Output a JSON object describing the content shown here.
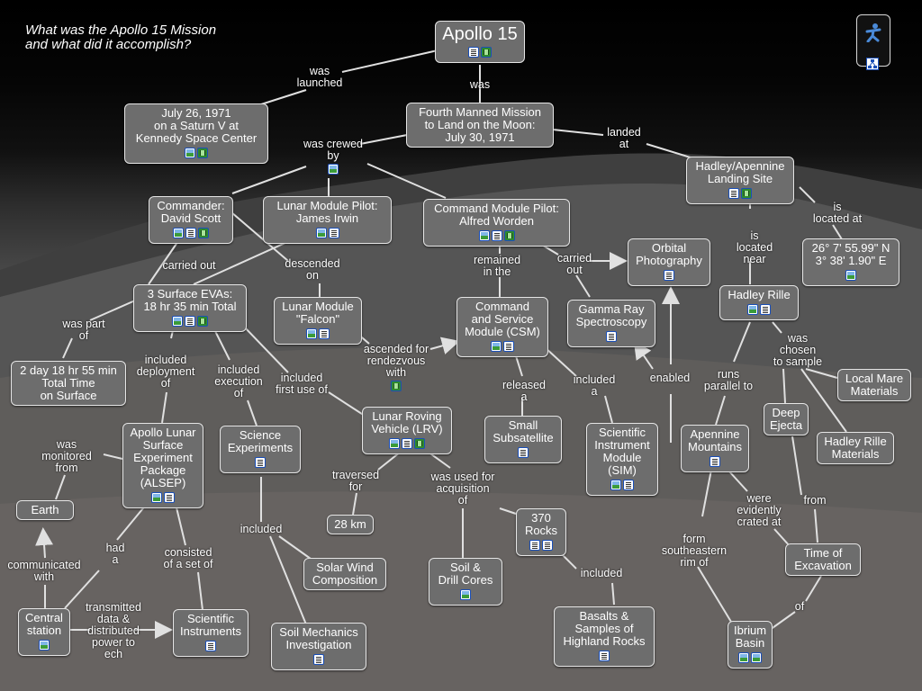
{
  "question": "What was the Apollo 15 Mission\nand what did it accomplish?",
  "nodes": {
    "apollo15": {
      "label": "Apollo 15",
      "icons": [
        "doc",
        "film"
      ]
    },
    "july26": {
      "label": "July 26, 1971\non a Saturn V at\nKennedy Space Center",
      "icons": [
        "img",
        "film"
      ]
    },
    "fourth": {
      "label": "Fourth Manned Mission\nto Land on the Moon:\nJuly 30, 1971",
      "icons": []
    },
    "hadley_site": {
      "label": "Hadley/Apennine\nLanding Site",
      "icons": [
        "doc",
        "film"
      ]
    },
    "coords": {
      "label": "26° 7' 55.99\" N\n3° 38' 1.90\" E",
      "icons": [
        "img"
      ]
    },
    "commander": {
      "label": "Commander:\nDavid Scott",
      "icons": [
        "img",
        "doc",
        "film"
      ]
    },
    "lmpilot": {
      "label": "Lunar Module Pilot:\nJames Irwin",
      "icons": [
        "img",
        "doc"
      ]
    },
    "cmpilot": {
      "label": "Command Module Pilot:\nAlfred Worden",
      "icons": [
        "img",
        "doc",
        "film"
      ]
    },
    "orbital": {
      "label": "Orbital\nPhotography",
      "icons": [
        "doc"
      ]
    },
    "evas": {
      "label": "3 Surface EVAs:\n18 hr 35 min Total",
      "icons": [
        "img",
        "doc",
        "film"
      ]
    },
    "lmfalcon": {
      "label": "Lunar Module\n\"Falcon\"",
      "icons": [
        "img",
        "doc"
      ]
    },
    "csm": {
      "label": "Command\nand Service\nModule (CSM)",
      "icons": [
        "img",
        "doc"
      ]
    },
    "gamma": {
      "label": "Gamma Ray\nSpectroscopy",
      "icons": [
        "doc"
      ]
    },
    "hadley_rille": {
      "label": "Hadley Rille",
      "icons": [
        "img",
        "doc"
      ]
    },
    "twoday": {
      "label": "2 day 18 hr 55 min\nTotal Time\non Surface",
      "icons": []
    },
    "local_mare": {
      "label": "Local Mare\nMaterials",
      "icons": []
    },
    "lrv": {
      "label": "Lunar Roving\nVehicle (LRV)",
      "icons": [
        "img",
        "doc",
        "film"
      ]
    },
    "subsat": {
      "label": "Small\nSubsatellite",
      "icons": [
        "doc"
      ]
    },
    "deep": {
      "label": "Deep\nEjecta",
      "icons": []
    },
    "alsep": {
      "label": "Apollo Lunar\nSurface\nExperiment\nPackage\n(ALSEP)",
      "icons": [
        "img",
        "doc"
      ]
    },
    "science": {
      "label": "Science\nExperiments",
      "icons": [
        "doc"
      ]
    },
    "sim": {
      "label": "Scientific\nInstrument\nModule\n(SIM)",
      "icons": [
        "img",
        "doc"
      ]
    },
    "apennine": {
      "label": "Apennine\nMountains",
      "icons": [
        "doc"
      ]
    },
    "rille_mat": {
      "label": "Hadley Rille\nMaterials",
      "icons": []
    },
    "earth": {
      "label": "Earth",
      "icons": []
    },
    "km28": {
      "label": "28 km",
      "icons": []
    },
    "rocks": {
      "label": "370\nRocks",
      "icons": [
        "doc",
        "doc"
      ]
    },
    "solar": {
      "label": "Solar Wind\nComposition",
      "icons": []
    },
    "soil": {
      "label": "Soil &\nDrill Cores",
      "icons": [
        "img"
      ]
    },
    "time_exc": {
      "label": "Time of\nExcavation",
      "icons": []
    },
    "central": {
      "label": "Central\nstation",
      "icons": [
        "img"
      ]
    },
    "sci_inst": {
      "label": "Scientific\nInstruments",
      "icons": [
        "doc"
      ]
    },
    "basalts": {
      "label": "Basalts &\nSamples of\nHighland Rocks",
      "icons": [
        "doc"
      ]
    },
    "soil_mech": {
      "label": "Soil Mechanics\nInvestigation",
      "icons": [
        "doc"
      ]
    },
    "ibrium": {
      "label": "Ibrium\nBasin",
      "icons": [
        "img",
        "img"
      ]
    }
  },
  "links": {
    "was_launched": {
      "label": "was\nlaunched",
      "icons": []
    },
    "was": {
      "label": "was",
      "icons": []
    },
    "landed_at": {
      "label": "landed\nat",
      "icons": []
    },
    "is_located_at": {
      "label": "is\nlocated at",
      "icons": []
    },
    "was_crewed_by": {
      "label": "was crewed\nby",
      "icons": [
        "img"
      ]
    },
    "carried_out_1": {
      "label": "carried out",
      "icons": []
    },
    "descended_on": {
      "label": "descended\non",
      "icons": []
    },
    "remained_in": {
      "label": "remained\nin the",
      "icons": []
    },
    "carried_out_2": {
      "label": "carried\nout",
      "icons": []
    },
    "is_located_near": {
      "label": "is\nlocated\nnear",
      "icons": []
    },
    "was_part_of": {
      "label": "was part\nof",
      "icons": []
    },
    "included_deployment": {
      "label": "included\ndeployment\nof",
      "icons": []
    },
    "included_execution": {
      "label": "included\nexecution\nof",
      "icons": []
    },
    "included_first_use": {
      "label": "included\nfirst use of",
      "icons": []
    },
    "ascended": {
      "label": "ascended for\nrendezvous\nwith",
      "icons": [
        "film"
      ]
    },
    "released_a": {
      "label": "released\na",
      "icons": []
    },
    "included_a": {
      "label": "included\na",
      "icons": []
    },
    "enabled": {
      "label": "enabled",
      "icons": []
    },
    "runs_parallel": {
      "label": "runs\nparallel to",
      "icons": []
    },
    "was_chosen": {
      "label": "was\nchosen\nto sample",
      "icons": []
    },
    "was_monitored": {
      "label": "was\nmonitored\nfrom",
      "icons": []
    },
    "traversed_for": {
      "label": "traversed\nfor",
      "icons": []
    },
    "used_for_acq": {
      "label": "was used for\nacquisition\nof",
      "icons": []
    },
    "were_crated": {
      "label": "were\nevidently\ncrated at",
      "icons": []
    },
    "from": {
      "label": "from",
      "icons": []
    },
    "included_sci": {
      "label": "included",
      "icons": []
    },
    "had_a": {
      "label": "had\na",
      "icons": []
    },
    "consisted_of": {
      "label": "consisted\nof a set of",
      "icons": []
    },
    "communicated_with": {
      "label": "communicated\nwith",
      "icons": []
    },
    "transmitted": {
      "label": "transmitted\ndata &\ndistributed\npower to\nech",
      "icons": []
    },
    "included_rocks": {
      "label": "included",
      "icons": []
    },
    "form_rim": {
      "label": "form\nsoutheastern\nrim of",
      "icons": []
    },
    "of": {
      "label": "of",
      "icons": []
    }
  }
}
